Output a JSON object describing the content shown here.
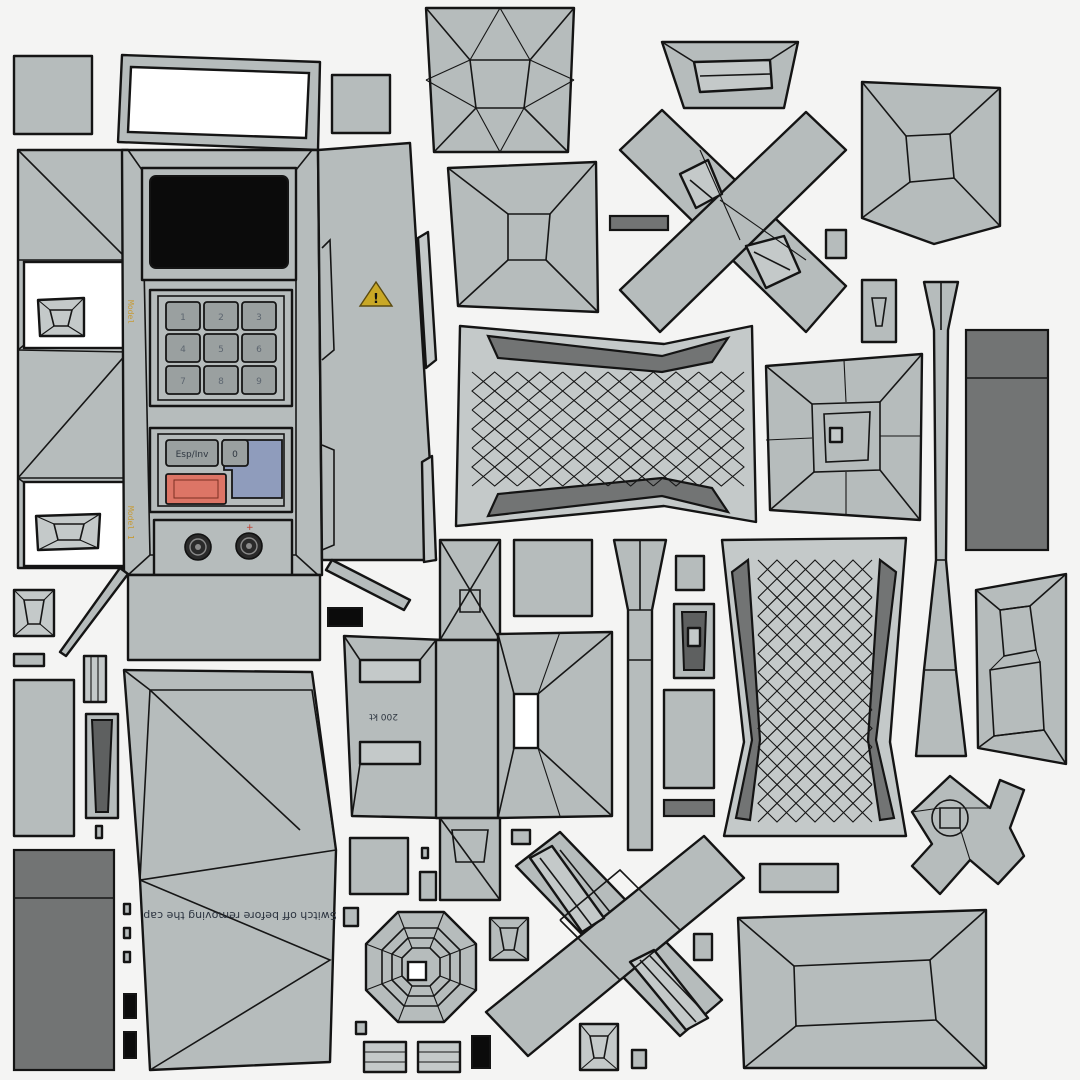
{
  "texture": {
    "keypad": [
      "1",
      "2",
      "3",
      "4",
      "5",
      "6",
      "7",
      "8",
      "9"
    ],
    "esp_inv_label": "Esp/Inv",
    "zero_label": "0",
    "side_label_upper": "Model",
    "side_label_lower": "Model 1",
    "port_label": "+",
    "panel_stamp": "200 kt",
    "notice_text": "Switch off before removing the cap",
    "warning_symbol": "!"
  },
  "colors": {
    "panel_gray": "#b6bcbc",
    "dark_gray": "#727474",
    "screen_black": "#0b0b0b",
    "warning_yellow": "#c9a826",
    "button_red": "#dd7566",
    "button_blue": "#8f9cbc"
  }
}
